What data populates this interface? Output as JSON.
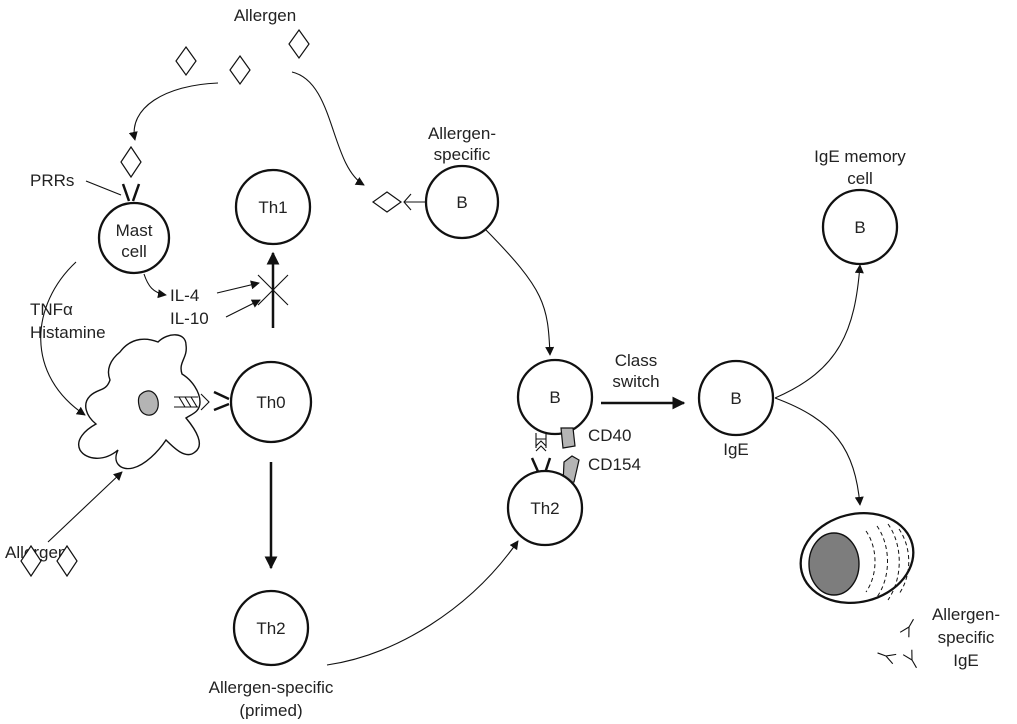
{
  "labels": {
    "allergen_top": "Allergen",
    "prrs": "PRRs",
    "mast_cell": [
      "Mast",
      "cell"
    ],
    "th1": "Th1",
    "il4": "IL-4",
    "il10": "IL-10",
    "tnf": "TNFα",
    "histamine": "Histamine",
    "th0": "Th0",
    "allergen_bottom_left": "Allergen",
    "th2_primed": "Th2",
    "allergen_specific_primed": [
      "Allergen-specific",
      "(primed)"
    ],
    "allergen_specific_b": [
      "Allergen-",
      "specific"
    ],
    "b_cell_top": "B",
    "b_cell_mid": "B",
    "cd40": "CD40",
    "cd154": "CD154",
    "th2_mid": "Th2",
    "class_switch": [
      "Class",
      "switch"
    ],
    "b_cell_ige": "B",
    "ige": "IgE",
    "ige_memory": [
      "IgE memory",
      "cell"
    ],
    "b_memory": "B",
    "allergen_specific_ige": [
      "Allergen-",
      "specific",
      "IgE"
    ]
  },
  "colors": {
    "line": "#111111",
    "gray_fill": "#b4b4b4",
    "nucleus_fill": "#7d7d7d",
    "text": "#222222"
  }
}
